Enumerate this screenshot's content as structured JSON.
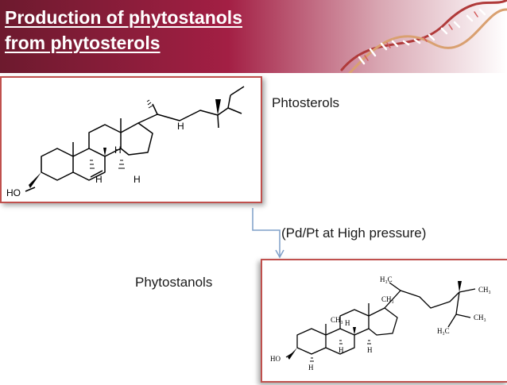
{
  "slide": {
    "title_line1": "Production of phytostanols",
    "title_line2": "from phytosterols",
    "colors": {
      "banner_start": "#6d1a2e",
      "banner_mid": "#a31f44",
      "accent_red": "#c0504d",
      "arrow_blue": "#7f9fc8"
    }
  },
  "labels": {
    "sterols": "Phtosterols",
    "condition": "(Pd/Pt at High pressure)",
    "stanols": "Phytostanols"
  },
  "structure1": {
    "ho": "HO",
    "h_top": "H",
    "h_mid": "H",
    "h_left": "H",
    "h_right": "H"
  },
  "structure2": {
    "ch3_top": "H₃C",
    "ch3_right1": "CH₃",
    "ch3_right2": "CH₃",
    "ch3_lower": "H₃C",
    "ch3_d": "CH₃",
    "ch3_a": "CH₃",
    "h_b": "H",
    "h_c": "H",
    "h_a": "H",
    "h_5": "H",
    "ho": "HO"
  },
  "icons": {
    "dna": "dna-helix-icon",
    "arrow": "reaction-arrow-icon"
  }
}
